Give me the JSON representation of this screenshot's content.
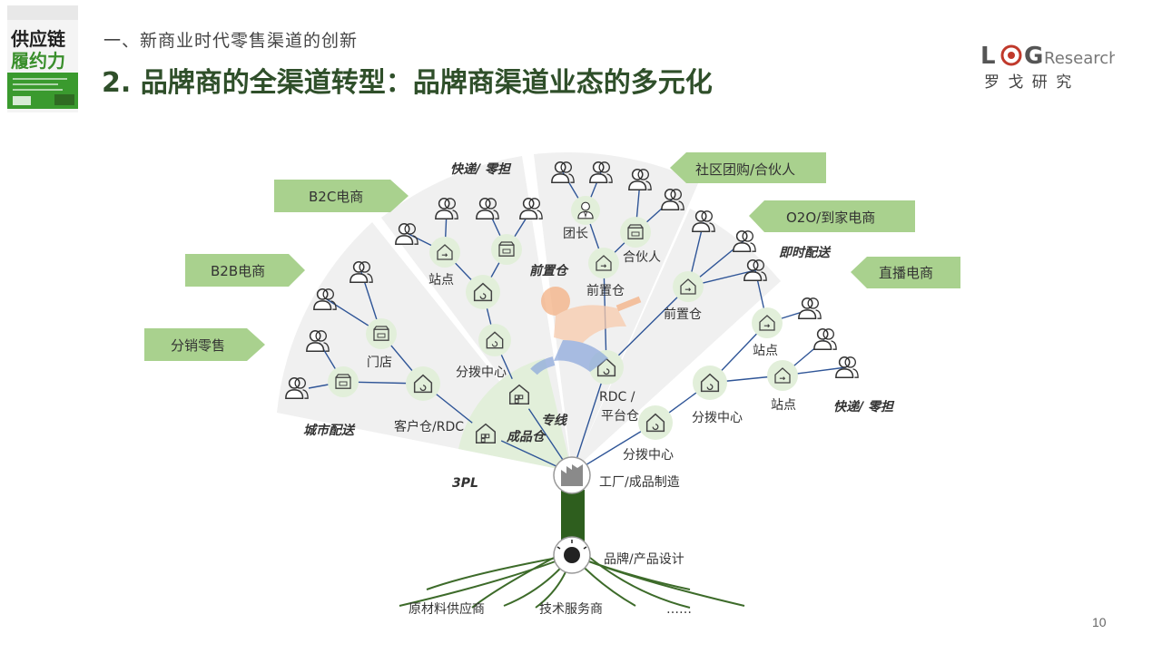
{
  "header": {
    "subtitle": "一、新商业时代零售渠道的创新",
    "title": "2. 品牌商的全渠道转型：品牌商渠道业态的多元化"
  },
  "book": {
    "line1": "供应链",
    "line2": "履约力"
  },
  "logo": {
    "brand_l": "L",
    "brand_g": "G",
    "brand_rest": "Research",
    "cn": "罗 戈 研 究"
  },
  "page_number": "10",
  "colors": {
    "title": "#2f4f2a",
    "tag": "#a9d18e",
    "trunk": "#2e5e1e",
    "node": "#e2efda",
    "link": "#2f5597"
  },
  "tags": {
    "b2c": "B2C电商",
    "b2b": "B2B电商",
    "retail": "分销零售",
    "community": "社区团购/合伙人",
    "o2o": "O2O/到家电商",
    "live": "直播电商"
  },
  "labels": {
    "express_top": "快递/ 零担",
    "express_right": "快递/ 零担",
    "instant": "即时配送",
    "city": "城市配送",
    "tpl": "3PL",
    "line": "专线",
    "finished_wh": "成品仓",
    "front_wh_bold": "前置仓",
    "station_1": "站点",
    "station_2": "站点",
    "station_3": "站点",
    "store": "门店",
    "dist_center_1": "分拨中心",
    "dist_center_2": "分拨中心",
    "dist_center_3": "分拨中心",
    "customer_wh": "客户仓/RDC",
    "rdc": "RDC /",
    "platform_wh": "平台仓",
    "leader": "团长",
    "partner": "合伙人",
    "front_wh_1": "前置仓",
    "front_wh_2": "前置仓",
    "factory": "工厂/成品制造",
    "brand_design": "品牌/产品设计",
    "supplier": "原材料供应商",
    "tech": "技术服务商",
    "more": "……"
  }
}
